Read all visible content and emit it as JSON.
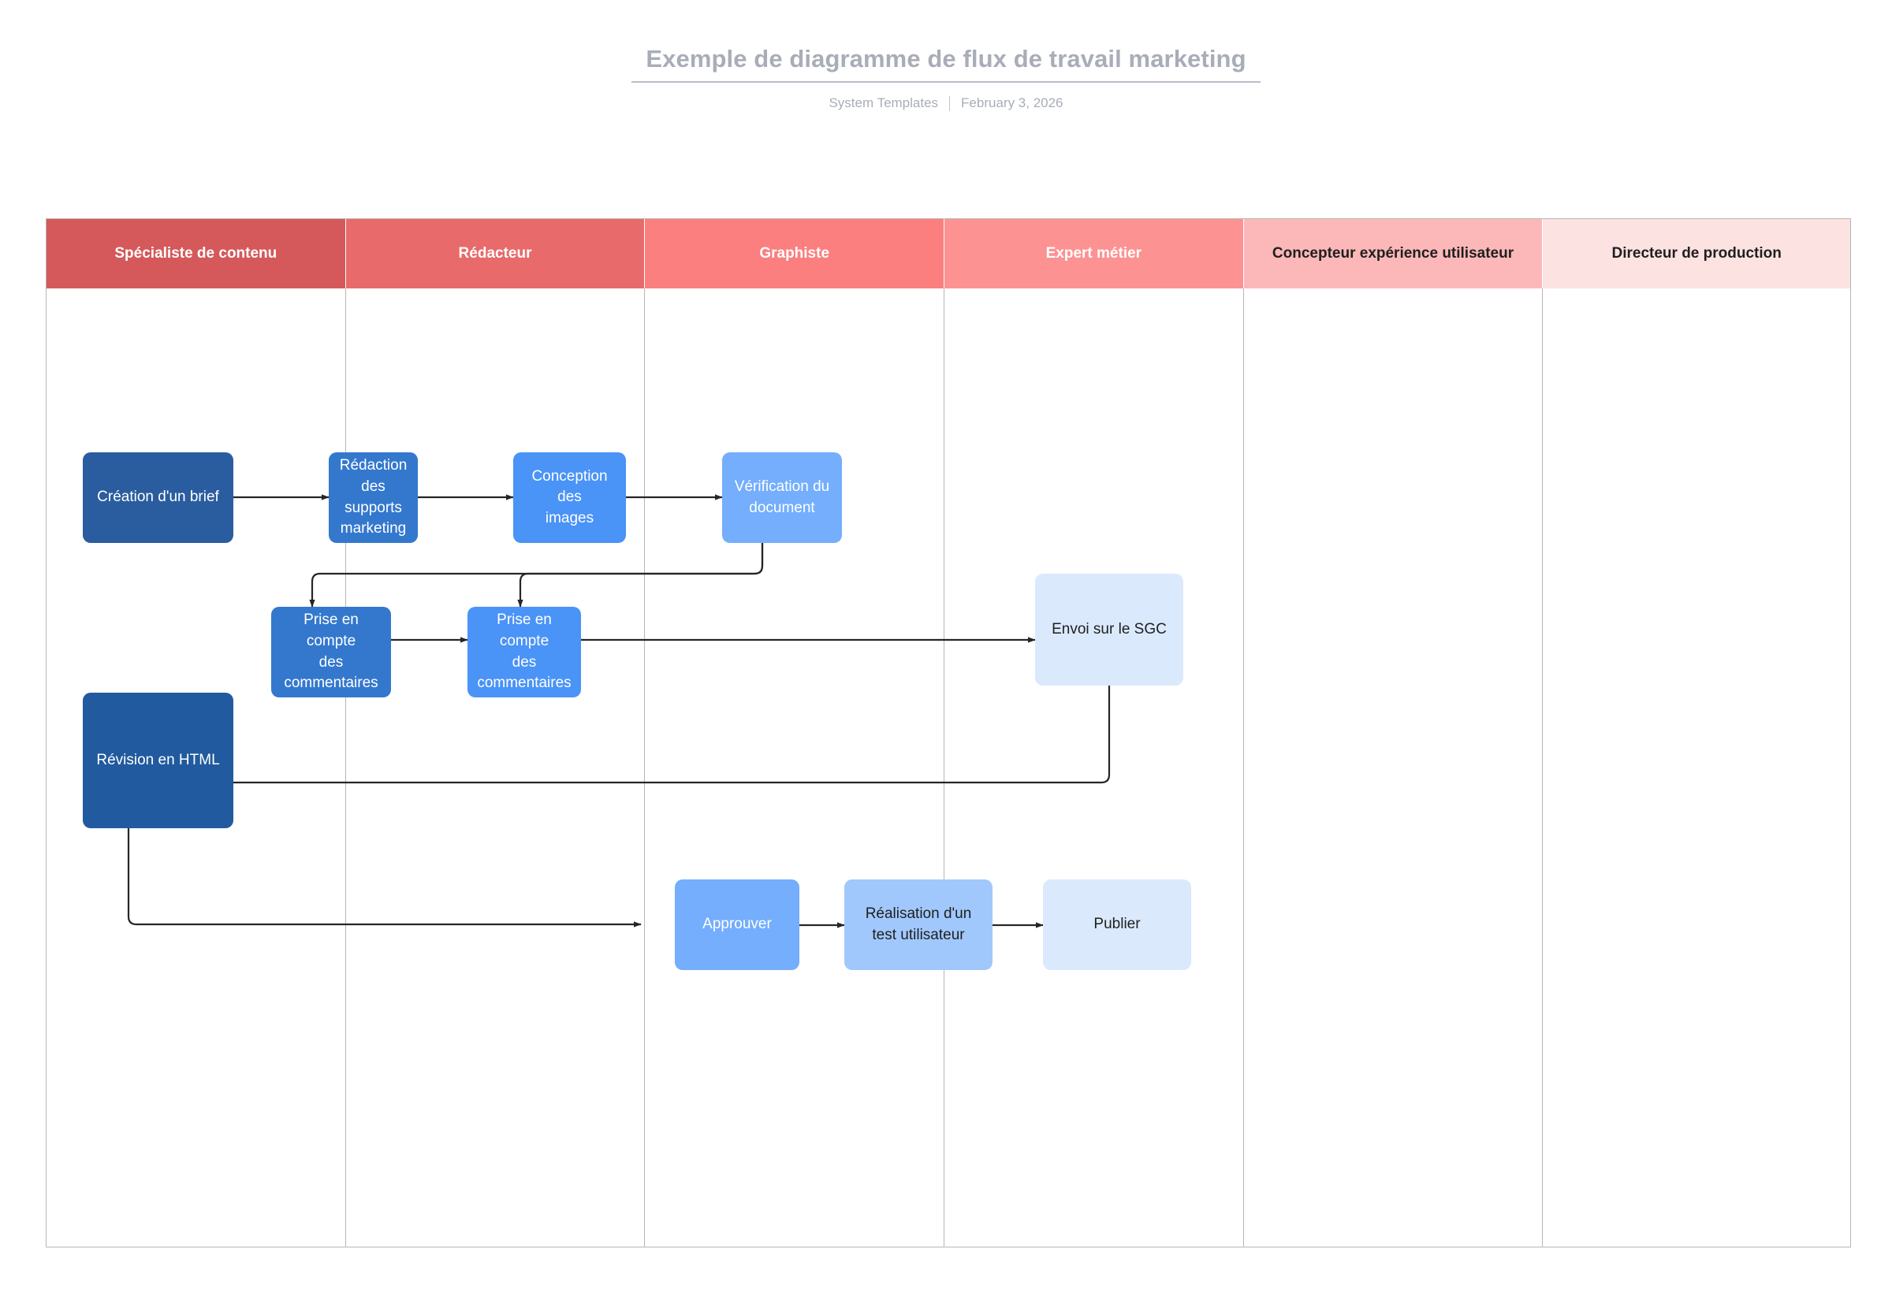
{
  "header": {
    "title": "Exemple de diagramme de flux de travail marketing",
    "source": "System Templates",
    "date": "February 3, 2026"
  },
  "diagram": {
    "type": "swimlane-flowchart",
    "lanes": [
      {
        "label": "Spécialiste de contenu",
        "color": "#d5595a",
        "text_color": "#ffffff"
      },
      {
        "label": "Rédacteur",
        "color": "#e96a6a",
        "text_color": "#ffffff"
      },
      {
        "label": "Graphiste",
        "color": "#fb7f7f",
        "text_color": "#ffffff"
      },
      {
        "label": "Expert métier",
        "color": "#fd9292",
        "text_color": "#ffffff"
      },
      {
        "label": "Concepteur expérience utilisateur",
        "color": "#fcb8b8",
        "text_color": "#1f1f1f"
      },
      {
        "label": "Directeur de production",
        "color": "#fde2e2",
        "text_color": "#1f1f1f"
      }
    ],
    "nodes": [
      {
        "id": "brief",
        "label": "Création d'un brief",
        "lane": 0,
        "color": "#2a5d9f",
        "text_color": "#ffffff"
      },
      {
        "id": "redaction",
        "label": "Rédaction des\nsupports\nmarketing",
        "lane": 1,
        "color": "#3478ce",
        "text_color": "#ffffff"
      },
      {
        "id": "conception",
        "label": "Conception des\nimages",
        "lane": 2,
        "color": "#4a93f7",
        "text_color": "#ffffff"
      },
      {
        "id": "verif",
        "label": "Vérification du\ndocument",
        "lane": 3,
        "color": "#74aefc",
        "text_color": "#ffffff"
      },
      {
        "id": "prise1",
        "label": "Prise en compte\ndes commentaires",
        "lane": 1,
        "color": "#3478ce",
        "text_color": "#ffffff"
      },
      {
        "id": "prise2",
        "label": "Prise en compte\ndes commentaires",
        "lane": 2,
        "color": "#4a93f7",
        "text_color": "#ffffff"
      },
      {
        "id": "sgc",
        "label": "Envoi sur le SGC",
        "lane": 5,
        "color": "#dbe9fd",
        "text_color": "#1f1f1f"
      },
      {
        "id": "revision",
        "label": "Révision en HTML",
        "lane": 0,
        "color": "#215a9e",
        "text_color": "#ffffff"
      },
      {
        "id": "approuver",
        "label": "Approuver",
        "lane": 3,
        "color": "#74aefc",
        "text_color": "#ffffff"
      },
      {
        "id": "test",
        "label": "Réalisation d'un\ntest utilisateur",
        "lane": 4,
        "color": "#a1c8fd",
        "text_color": "#1f1f1f"
      },
      {
        "id": "publier",
        "label": "Publier",
        "lane": 5,
        "color": "#dbe9fd",
        "text_color": "#1f1f1f"
      }
    ],
    "edges": [
      {
        "from": "brief",
        "to": "redaction"
      },
      {
        "from": "redaction",
        "to": "conception"
      },
      {
        "from": "conception",
        "to": "verif"
      },
      {
        "from": "verif",
        "to": "prise1"
      },
      {
        "from": "verif",
        "to": "prise2"
      },
      {
        "from": "prise1",
        "to": "prise2"
      },
      {
        "from": "prise2",
        "to": "sgc"
      },
      {
        "from": "sgc",
        "to": "revision"
      },
      {
        "from": "revision",
        "to": "approuver"
      },
      {
        "from": "approuver",
        "to": "test"
      },
      {
        "from": "test",
        "to": "publier"
      }
    ]
  }
}
